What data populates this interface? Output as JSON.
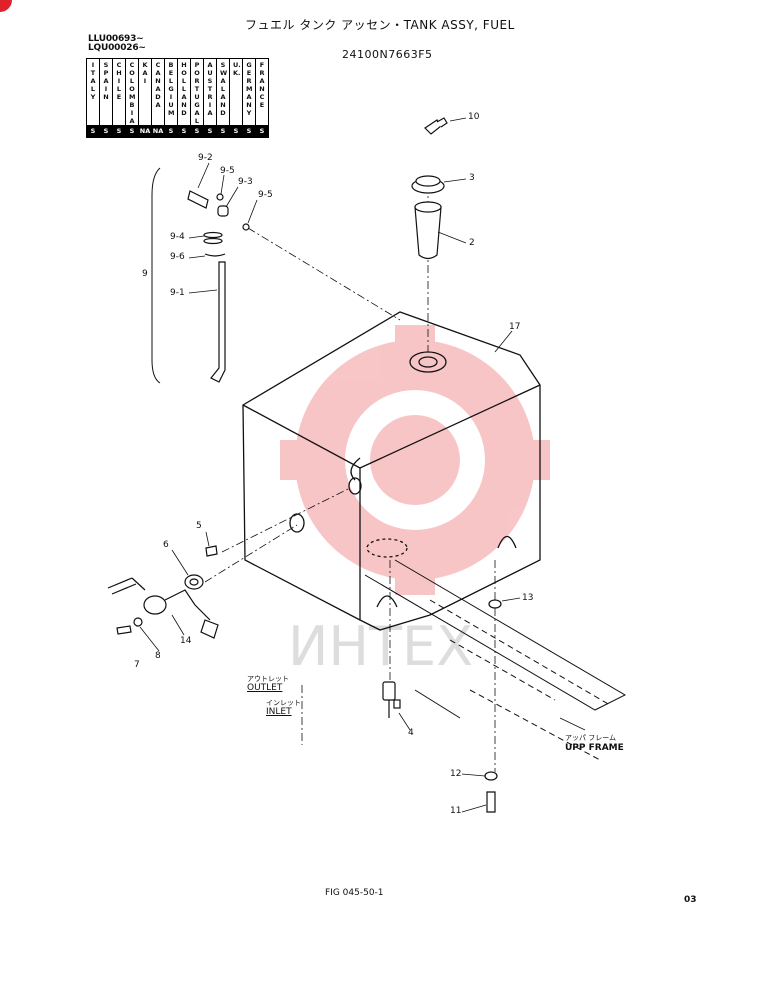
{
  "header": {
    "title": "フュエル タンク アッセン・TANK ASSY, FUEL",
    "part_number": "24100N7663F5",
    "serial_1": "LLU00693~",
    "serial_2": "LQU00026~"
  },
  "countries": [
    {
      "name": "ITALY",
      "code": "S"
    },
    {
      "name": "SPAIN",
      "code": "S"
    },
    {
      "name": "CHILE",
      "code": "S"
    },
    {
      "name": "COLOMBIA",
      "code": "S"
    },
    {
      "name": "KAI",
      "code": "NA"
    },
    {
      "name": "CANADA",
      "code": "NA"
    },
    {
      "name": "BELGIUM",
      "code": "S"
    },
    {
      "name": "HOLLAND",
      "code": "S"
    },
    {
      "name": "PORTUGAL",
      "code": "S"
    },
    {
      "name": "AUSTRIA",
      "code": "S"
    },
    {
      "name": "SWALAND",
      "code": "S"
    },
    {
      "name": "U.K.",
      "code": "S"
    },
    {
      "name": "GERMANY",
      "code": "S"
    },
    {
      "name": "FRANCE",
      "code": "S"
    }
  ],
  "callouts": {
    "c10": "10",
    "c3": "3",
    "c2": "2",
    "c17": "17",
    "c9_2": "9-2",
    "c9_5a": "9-5",
    "c9_3": "9-3",
    "c9_5b": "9-5",
    "c9_4": "9-4",
    "c9_6": "9-6",
    "c9": "9",
    "c9_1": "9-1",
    "c5": "5",
    "c6": "6",
    "c7": "7",
    "c8": "8",
    "c14": "14",
    "c13": "13",
    "c4": "4",
    "c12": "12",
    "c11": "11"
  },
  "labels": {
    "outlet_jp": "アウトレット",
    "outlet": "OUTLET",
    "inlet_jp": "インレット",
    "inlet": "INLET",
    "frame_jp": "アッパ フレーム",
    "frame": "UPP FRAME"
  },
  "footer": {
    "figure": "FIG 045-50-1",
    "page": "03"
  },
  "watermark": {
    "text": "ИНТЕХ",
    "color": "#e8323a"
  }
}
